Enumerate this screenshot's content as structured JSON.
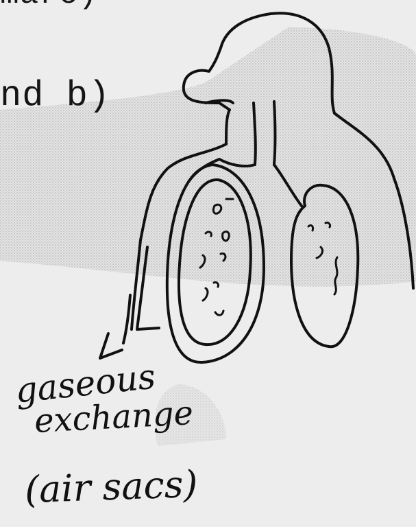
{
  "document": {
    "top_fragment": "mare)",
    "question_label": "nd b)"
  },
  "annotation": {
    "line1": "gaseous",
    "line2": "exchange",
    "line3": "(air sacs)"
  }
}
